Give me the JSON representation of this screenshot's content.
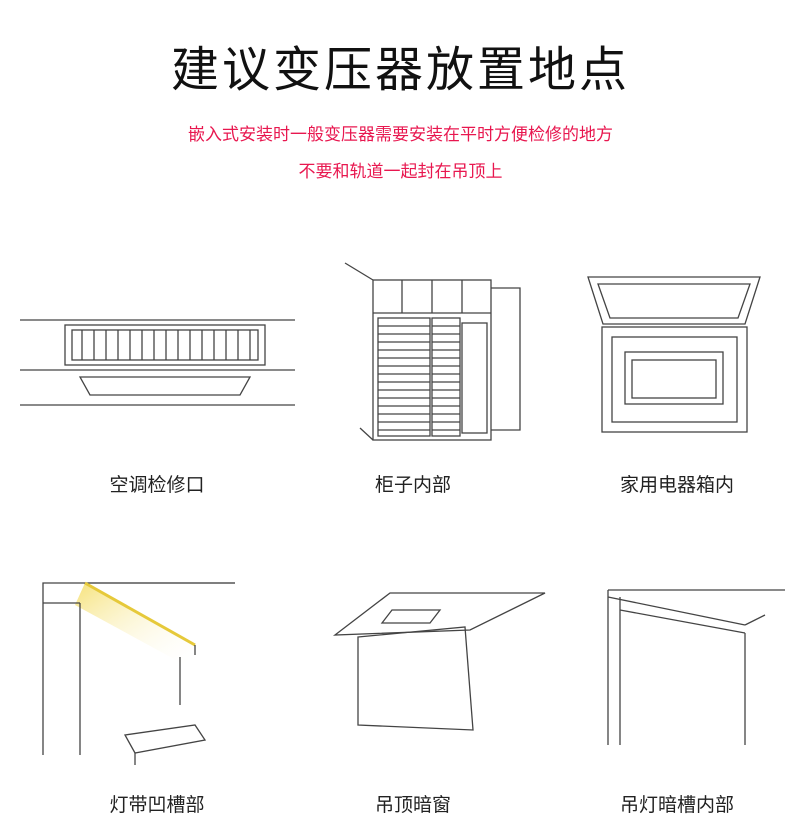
{
  "title": "建议变压器放置地点",
  "subtitle_lines": [
    "嵌入式安装时一般变压器需要安装在平时方便检修的地方",
    "不要和轨道一起封在吊顶上"
  ],
  "accent_color": "#e8174f",
  "locations": [
    {
      "label": "空调检修口",
      "icon": "ac-vent-icon"
    },
    {
      "label": "柜子内部",
      "icon": "cabinet-icon"
    },
    {
      "label": "家用电器箱内",
      "icon": "electrical-box-icon"
    },
    {
      "label": "灯带凹槽部",
      "icon": "light-strip-groove-icon"
    },
    {
      "label": "吊顶暗窗",
      "icon": "ceiling-hatch-icon"
    },
    {
      "label": "吊灯暗槽内部",
      "icon": "pendant-light-groove-icon"
    }
  ]
}
